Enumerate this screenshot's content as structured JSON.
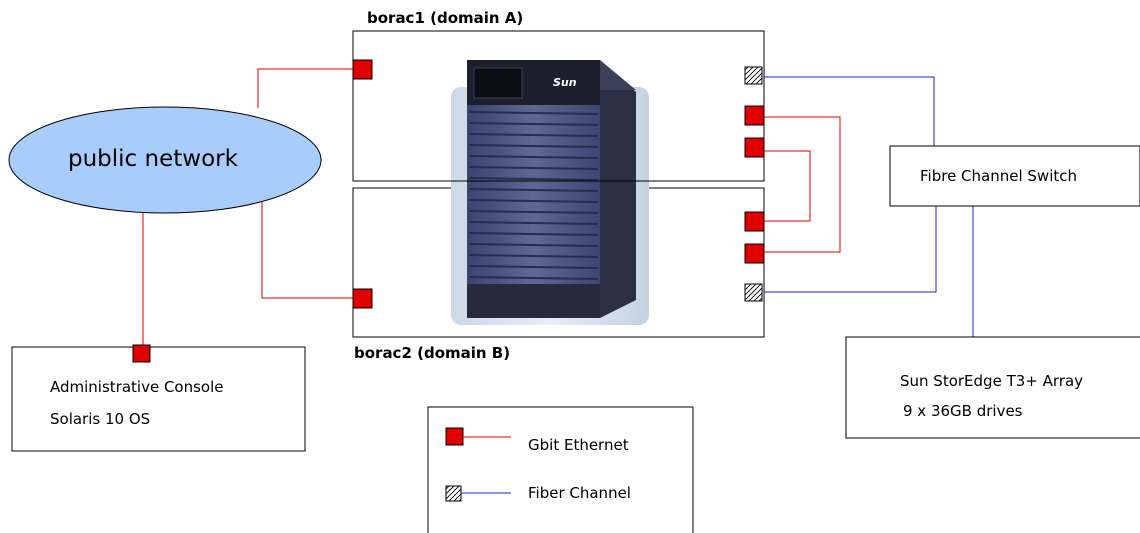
{
  "domain_a": {
    "label": "borac1 (domain A)"
  },
  "domain_b": {
    "label": "borac2 (domain B)"
  },
  "network": {
    "label": "public network"
  },
  "switch": {
    "label": "Fibre Channel Switch"
  },
  "console": {
    "line1": "Administrative Console",
    "line2": "Solaris 10 OS"
  },
  "storage": {
    "line1": "Sun StorEdge T3+ Array",
    "line2": "9 x 36GB drives"
  },
  "server": {
    "brand": "Sun"
  },
  "legend": {
    "ethernet_label": "Gbit Ethernet",
    "fiber_label": "Fiber Channel"
  },
  "colors": {
    "ethernet": "#e00000",
    "fiber": "#2020c0",
    "network_fill": "#a8cdfb",
    "server_body": "#4a5580"
  }
}
